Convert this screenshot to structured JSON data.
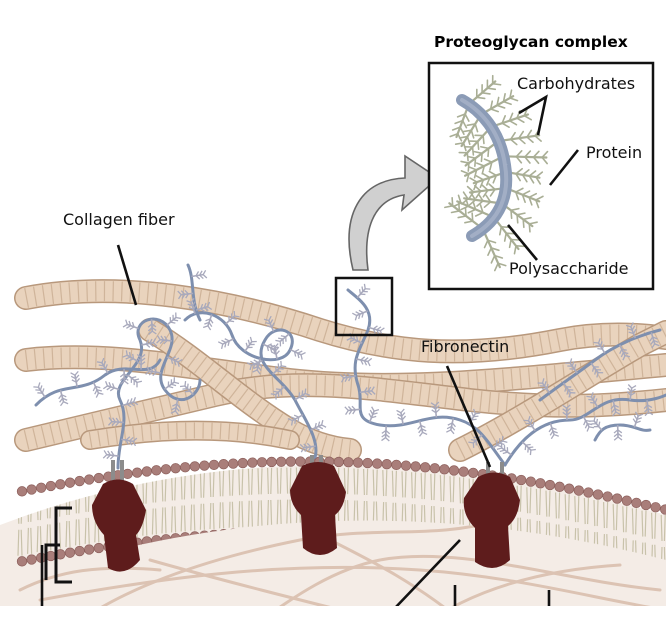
{
  "inset": {
    "title": "Proteoglycan complex",
    "labels": {
      "carbohydrates": "Carbohydrates",
      "protein": "Protein",
      "polysaccharide": "Polysaccharide"
    }
  },
  "labels": {
    "collagen_fiber": "Collagen fiber",
    "fibronectin": "Fibronectin"
  },
  "colors": {
    "collagen_fill": "#E9D3BD",
    "collagen_stroke": "#B8987C",
    "polysaccharide": "#7E8FAE",
    "carbohydrate_branches": "#A8A9BC",
    "inset_protein_branches": "#A9AE95",
    "membrane_head": "#A97E7A",
    "membrane_tail": "#D9D5C2",
    "integrin": "#5E1C1C",
    "cytoplasm": "#F4ECE6",
    "cytoskeleton": "#DCC3B3",
    "arrow_fill": "#D0D0D0"
  }
}
